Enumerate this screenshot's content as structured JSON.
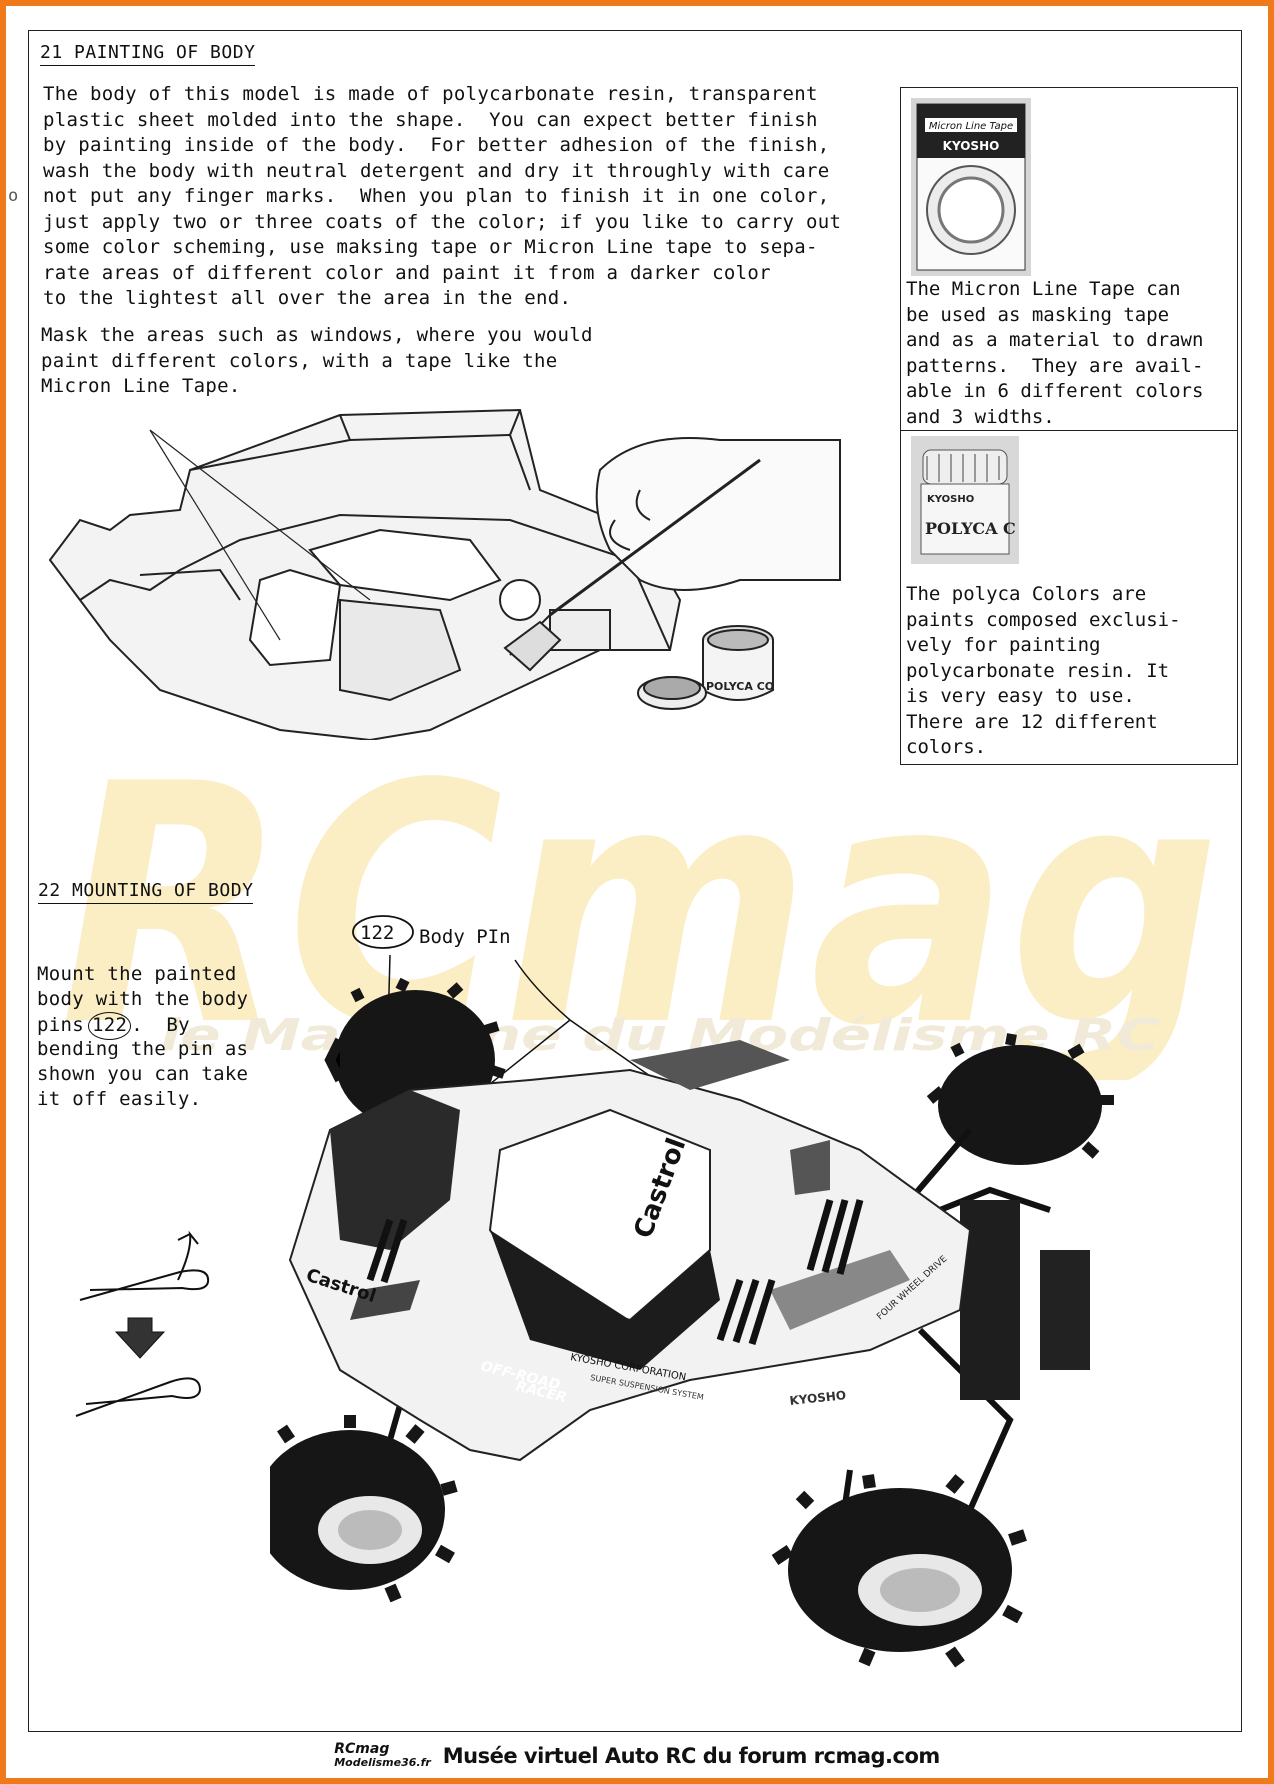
{
  "section21": {
    "heading": "21 PAINTING OF BODY",
    "paragraph1": "The body of this model is made of polycarbonate resin, transparent\nplastic sheet molded into the shape.  You can expect better finish\nby painting inside of the body.  For better adhesion of the finish,\nwash the body with neutral detergent and dry it throughly with care\nnot put any finger marks.  When you plan to finish it in one color,\njust apply two or three coats of the color; if you like to carry out\nsome color scheming, use maksing tape or Micron Line tape to sepa-\nrate areas of different color and paint it from a darker color\nto the lightest all over the area in the end.",
    "paragraph2": "Mask the areas such as windows, where you would\npaint different colors, with a tape like the\nMicron Line Tape.",
    "paint_jar_label": "POLYCA CO"
  },
  "sidebar": {
    "tape_package_title": "Micron Line Tape",
    "tape_package_brand": "KYOSHO",
    "tape_caption": "The Micron Line Tape can\nbe used as masking tape\nand as a material to drawn\npatterns.  They are avail-\nable in 6 different colors\nand 3 widths.",
    "jar_brand": "KYOSHO",
    "jar_label": "POLYCA C",
    "paint_caption": "The polyca Colors are\npaints composed exclusi-\nvely for painting\npolycarbonate resin. It\nis very easy to use.\nThere are 12 different\ncolors."
  },
  "section22": {
    "heading": "22 MOUNTING OF BODY",
    "part_number": "122",
    "part_name": "Body PIn",
    "instruction_line1": "Mount the painted",
    "instruction_line2": "body with the body",
    "instruction_line3_pre": "pins",
    "instruction_line3_num": "122",
    "instruction_line3_post": ".  By",
    "instruction_line4": "bending the pin as",
    "instruction_line5": "shown you can take",
    "instruction_line6": "it off easily.",
    "car_livery": {
      "windshield_text": "Castrol",
      "hood_text": "Castrol",
      "side_text_1": "OFF-ROAD",
      "side_text_2": "RACER",
      "side_text_3": "KYOSHO CORPORATION",
      "side_text_4": "SUPER SUSPENSION SYSTEM",
      "side_text_5": "KYOSHO",
      "rear_text": "FOUR WHEEL DRIVE"
    }
  },
  "watermark": {
    "big": "RCmag",
    "sub": "le Magazine du Modélisme RC"
  },
  "footer": {
    "logo_line1": "RCmag",
    "logo_line2": "Modelisme36.fr",
    "text": "Musée virtuel Auto RC du forum rcmag.com"
  },
  "colors": {
    "border": "#f07a1a",
    "watermark": "#fbeec4"
  }
}
